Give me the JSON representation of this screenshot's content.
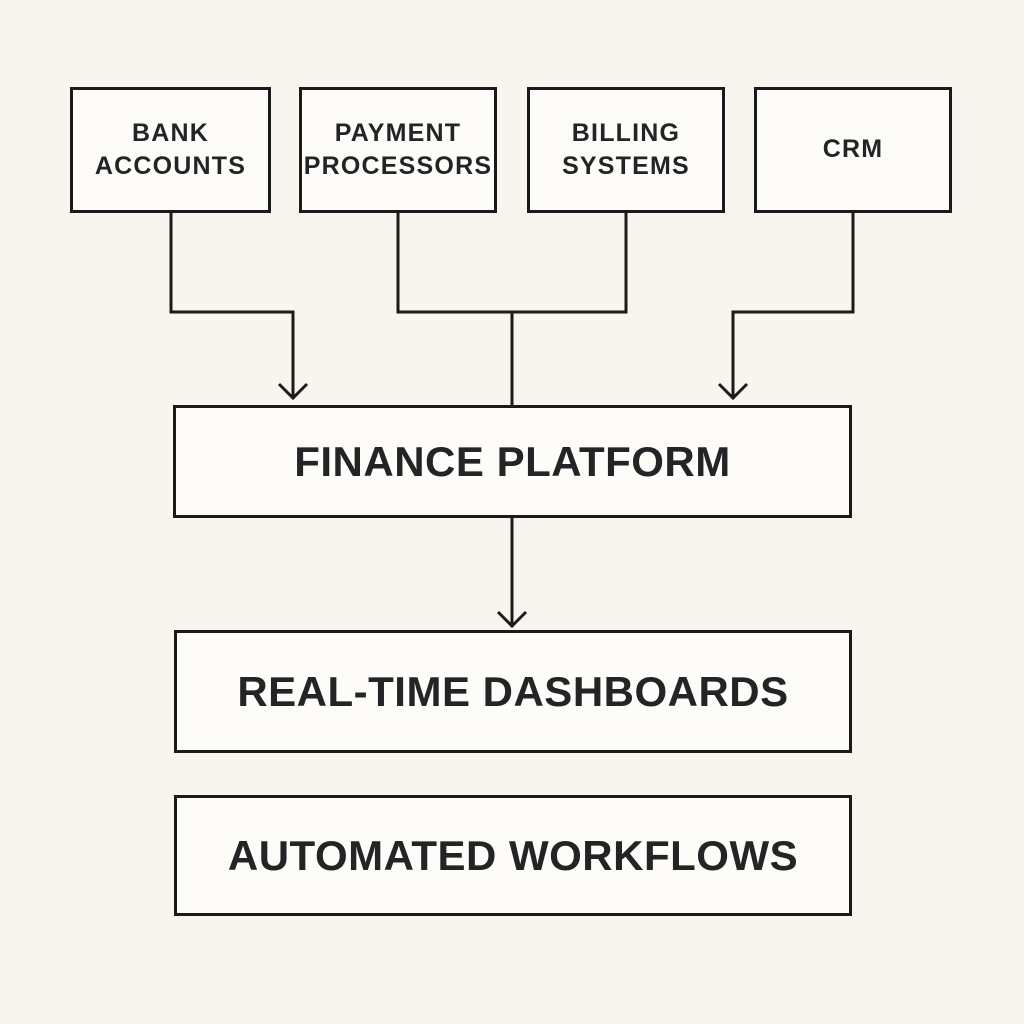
{
  "diagram": {
    "type": "flowchart",
    "nodes": {
      "bank_accounts": {
        "label": "BANK\nACCOUNTS"
      },
      "payment_processors": {
        "label": "PAYMENT\nPROCESSORS"
      },
      "billing_systems": {
        "label": "BILLING\nSYSTEMS"
      },
      "crm": {
        "label": "CRM"
      },
      "finance_platform": {
        "label": "FINANCE PLATFORM"
      },
      "real_time_dashboards": {
        "label": "REAL-TIME DASHBOARDS"
      },
      "automated_workflows": {
        "label": "AUTOMATED WORKFLOWS"
      }
    },
    "edges": [
      {
        "from": "BANK ACCOUNTS",
        "to": "FINANCE PLATFORM",
        "arrowhead": true
      },
      {
        "from": "PAYMENT PROCESSORS",
        "to": "FINANCE PLATFORM",
        "arrowhead": false
      },
      {
        "from": "BILLING SYSTEMS",
        "to": "FINANCE PLATFORM",
        "arrowhead": false
      },
      {
        "from": "CRM",
        "to": "FINANCE PLATFORM",
        "arrowhead": true
      },
      {
        "from": "FINANCE PLATFORM",
        "to": "REAL-TIME DASHBOARDS",
        "arrowhead": true
      }
    ],
    "colors": {
      "background": "#f8f5ee",
      "node_fill": "#fdfcf8",
      "line": "#1b1b1b",
      "text": "#222426"
    }
  }
}
